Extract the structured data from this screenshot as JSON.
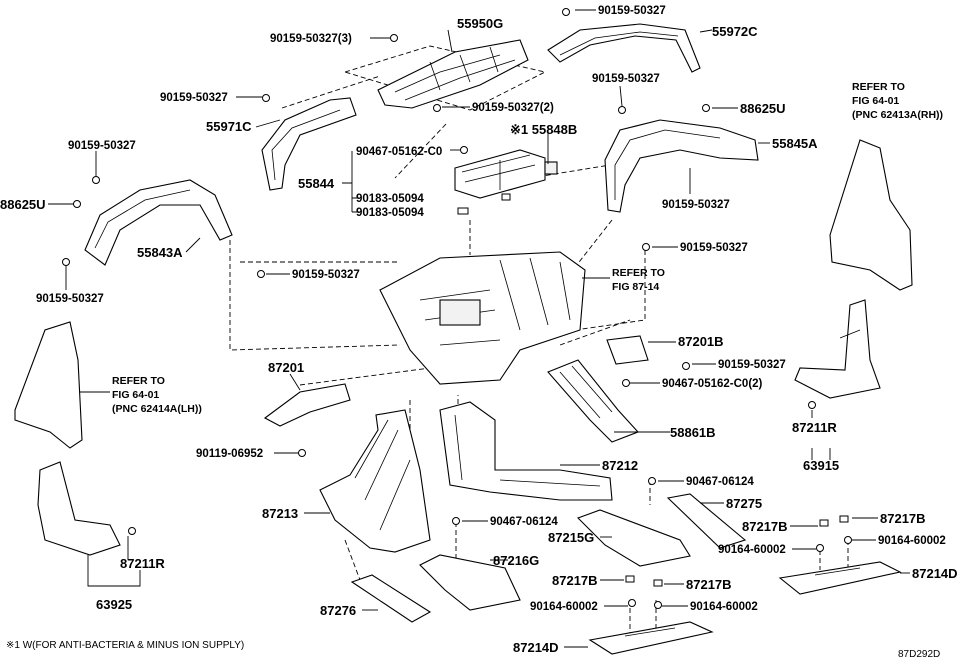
{
  "diagram_code": "87D292D",
  "footnote": "※1 W(FOR ANTI-BACTERIA & MINUS ION SUPPLY)",
  "labels": {
    "l55950G": "55950G",
    "l55972C": "55972C",
    "l90159_50327_3": "90159-50327(3)",
    "l90159_50327_top": "90159-50327",
    "l90159_50327_a": "90159-50327",
    "l90159_50327_2": "90159-50327(2)",
    "l55971C": "55971C",
    "l90159_50327_b": "90159-50327",
    "l88625U_r": "88625U",
    "l55848B": "※1 55848B",
    "l55845A": "55845A",
    "l90159_50327_c": "90159-50327",
    "l90467_05162_C0": "90467-05162-C0",
    "l55844": "55844",
    "l90183_05094_a": "90183-05094",
    "l90183_05094_b": "90183-05094",
    "l90159_50327_d": "90159-50327",
    "l88625U_l": "88625U",
    "l55843A": "55843A",
    "l90159_50327_e": "90159-50327",
    "l90159_50327_f": "90159-50327",
    "l90159_50327_g": "90159-50327",
    "l87201B": "87201B",
    "l90159_50327_h": "90159-50327",
    "l87201": "87201",
    "l90467_05162_C0_2": "90467-05162-C0(2)",
    "l58861B": "58861B",
    "l90119_06952": "90119-06952",
    "l87212": "87212",
    "l90467_06124_a": "90467-06124",
    "l87275": "87275",
    "l87213": "87213",
    "l90467_06124_b": "90467-06124",
    "l87215G": "87215G",
    "l87217B_a": "87217B",
    "l87217B_b": "87217B",
    "l90164_60002_a": "90164-60002",
    "l90164_60002_b": "90164-60002",
    "l87216G": "87216G",
    "l87214D_r": "87214D",
    "l87217B_c": "87217B",
    "l87217B_d": "87217B",
    "l90164_60002_c": "90164-60002",
    "l90164_60002_d": "90164-60002",
    "l87276": "87276",
    "l87214D_b": "87214D",
    "l87211R_r": "87211R",
    "l63915": "63915",
    "l87211R_l": "87211R",
    "l63925": "63925"
  },
  "refs": {
    "rh": [
      "REFER TO",
      "FIG 64-01",
      "(PNC 62413A(RH))"
    ],
    "lh": [
      "REFER TO",
      "FIG 64-01",
      "(PNC 62414A(LH))"
    ],
    "fig87": [
      "REFER TO",
      "FIG 87-14"
    ]
  }
}
